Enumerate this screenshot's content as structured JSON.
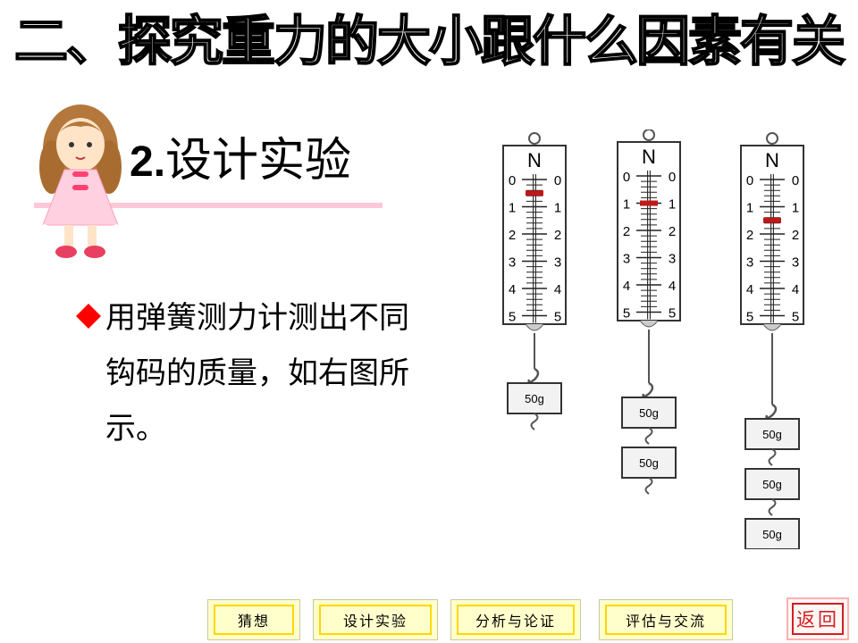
{
  "slide": {
    "title": "二、探究重力的大小跟什么因素有关",
    "subtitle_number": "2.",
    "subtitle_text": "设计实验",
    "bullet_text": "用弹簧测力计测出不同钩码的质量，如右图所示。",
    "bullet_icon": "diamond-icon",
    "accent_color": "#ff0000"
  },
  "figure": {
    "unit_label": "N",
    "scale_ticks": [
      "0",
      "1",
      "2",
      "3",
      "4",
      "5"
    ],
    "mass_label": "50g",
    "meters": [
      {
        "masses": 1,
        "reading": 0.5
      },
      {
        "masses": 2,
        "reading": 1.0
      },
      {
        "masses": 3,
        "reading": 1.5
      }
    ]
  },
  "nav": {
    "items": [
      "猜想",
      "设计实验",
      "分析与论证",
      "评估与交流"
    ],
    "back_label": "返回"
  }
}
